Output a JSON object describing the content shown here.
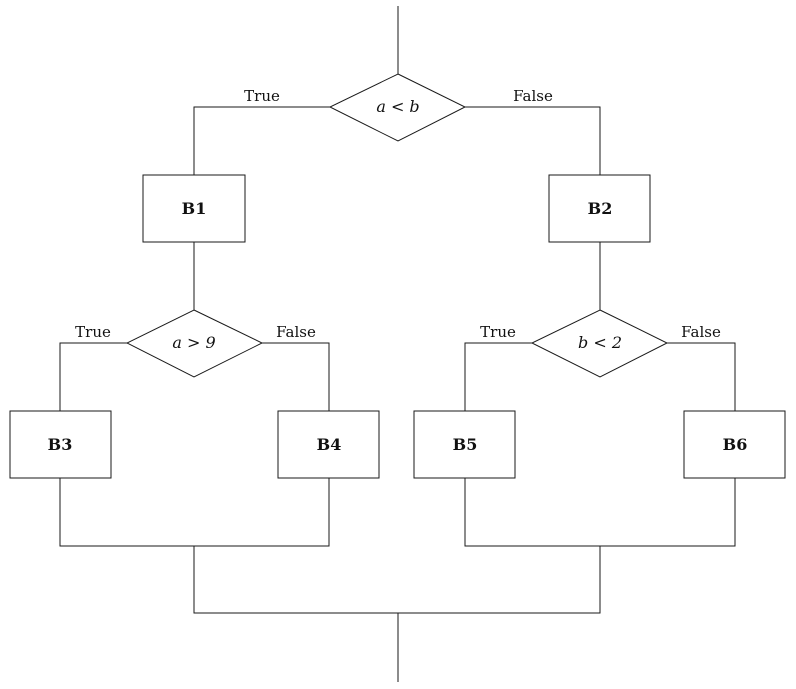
{
  "decisions": [
    {
      "id": "d1",
      "condition": "a < b",
      "true_label": "True",
      "false_label": "False"
    },
    {
      "id": "d2",
      "condition": "a > 9",
      "true_label": "True",
      "false_label": "False"
    },
    {
      "id": "d3",
      "condition": "b < 2",
      "true_label": "True",
      "false_label": "False"
    }
  ],
  "blocks": [
    {
      "id": "b1",
      "label": "B1"
    },
    {
      "id": "b2",
      "label": "B2"
    },
    {
      "id": "b3",
      "label": "B3"
    },
    {
      "id": "b4",
      "label": "B4"
    },
    {
      "id": "b5",
      "label": "B5"
    },
    {
      "id": "b6",
      "label": "B6"
    }
  ]
}
